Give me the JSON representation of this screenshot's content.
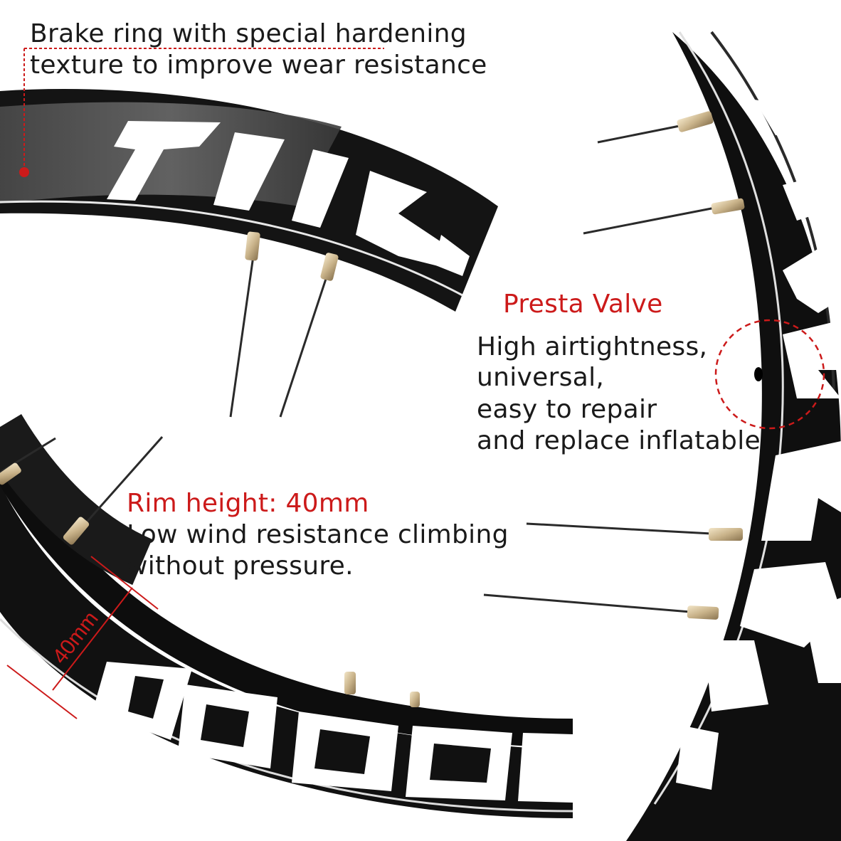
{
  "brake_ring": {
    "line1": "Brake ring with special hardening",
    "line2": "texture to improve wear resistance"
  },
  "presta_valve": {
    "title": "Presta Valve",
    "lines": [
      "High airtightness,",
      "universal,",
      "easy to repair",
      "and replace inflatable"
    ]
  },
  "rim_height": {
    "title": "Rim height: 40mm",
    "line1": "Low wind resistance climbing",
    "line2": "without pressure.",
    "measure_label": "40mm"
  },
  "colors": {
    "accent_red": "#cc1a1a",
    "rim_black": "#111111",
    "decal_white": "#ffffff",
    "spoke": "#2a2a2a",
    "nipple": "#c9b38a"
  }
}
